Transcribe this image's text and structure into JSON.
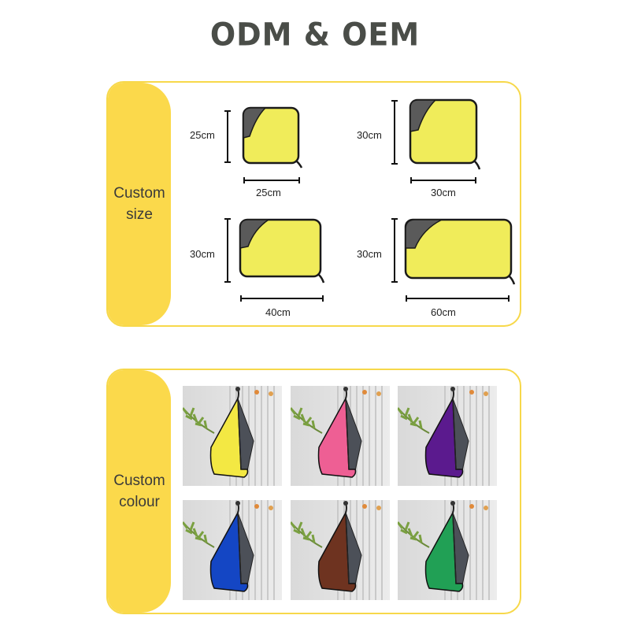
{
  "header": {
    "title": "ODM & OEM"
  },
  "size_section": {
    "label_line1": "Custom",
    "label_line2": "size",
    "accent_color": "#fbd94b",
    "towel_colors": {
      "front": "#f0ec5a",
      "back": "#5a5a5a",
      "edge": "#1a1a1a"
    },
    "items": [
      {
        "height_label": "25cm",
        "width_label": "25cm"
      },
      {
        "height_label": "30cm",
        "width_label": "30cm"
      },
      {
        "height_label": "30cm",
        "width_label": "40cm"
      },
      {
        "height_label": "30cm",
        "width_label": "60cm"
      }
    ]
  },
  "colour_section": {
    "label_line1": "Custom",
    "label_line2": "colour",
    "swatches": [
      {
        "name": "yellow",
        "color": "#f3e843"
      },
      {
        "name": "pink",
        "color": "#ee5f94"
      },
      {
        "name": "purple",
        "color": "#5b1a8e"
      },
      {
        "name": "blue",
        "color": "#1446c4"
      },
      {
        "name": "brown",
        "color": "#6e3320"
      },
      {
        "name": "green",
        "color": "#21a055"
      }
    ],
    "back_color": "#4c5058"
  }
}
